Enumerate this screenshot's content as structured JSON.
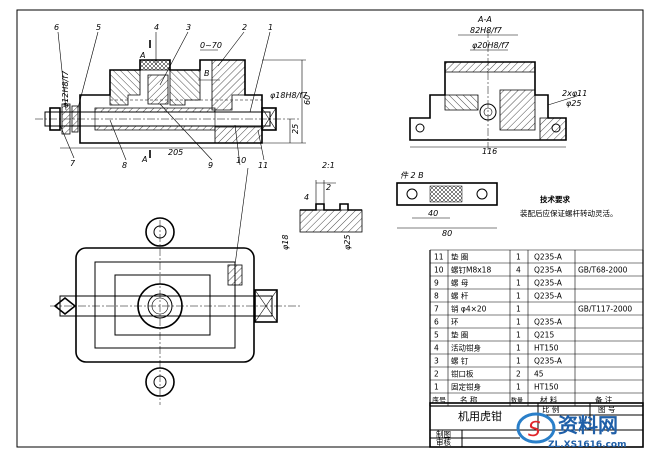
{
  "views": {
    "front": {
      "part_labels": [
        "6",
        "5",
        "4",
        "3",
        "2",
        "1",
        "7",
        "8",
        "9",
        "10",
        "11"
      ],
      "section_letters": [
        "A",
        "A"
      ],
      "view_b": "B",
      "dims": {
        "gap": "0~70",
        "fit_top": "φ12H8/f7",
        "fit_mid": "φ18H8/f7",
        "len": "205",
        "height": "60",
        "sub": "25"
      }
    },
    "section": {
      "title": "A-A",
      "fit1": "82H8/f7",
      "fit2": "φ20H8/f7",
      "chamfer": "2xφ11",
      "hole": "φ25",
      "width": "116"
    },
    "detail": {
      "ratio": "2:1",
      "d1": "2",
      "d2": "4",
      "d3": "φ18",
      "d4": "φ25"
    },
    "part2": {
      "title": "件 2  B",
      "d40": "40",
      "d80": "80",
      "tech_title": "技术要求",
      "tech_text": "装配后应保证螺杆转动灵活。"
    }
  },
  "bom": {
    "rows": [
      {
        "no": "11",
        "name": "垫 圈",
        "qty": "1",
        "mat": "Q235-A",
        "note": ""
      },
      {
        "no": "10",
        "name": "螺钉M8x18",
        "qty": "4",
        "mat": "Q235-A",
        "note": "GB/T68-2000"
      },
      {
        "no": "9",
        "name": "螺 母",
        "qty": "1",
        "mat": "Q235-A",
        "note": ""
      },
      {
        "no": "8",
        "name": "螺 杆",
        "qty": "1",
        "mat": "Q235-A",
        "note": ""
      },
      {
        "no": "7",
        "name": "销 φ4×20",
        "qty": "1",
        "mat": "",
        "note": "GB/T117-2000"
      },
      {
        "no": "6",
        "name": "环",
        "qty": "1",
        "mat": "Q235-A",
        "note": ""
      },
      {
        "no": "5",
        "name": "垫 圈",
        "qty": "1",
        "mat": "Q215",
        "note": ""
      },
      {
        "no": "4",
        "name": "活动钳身",
        "qty": "1",
        "mat": "HT150",
        "note": ""
      },
      {
        "no": "3",
        "name": "螺 钉",
        "qty": "1",
        "mat": "Q235-A",
        "note": ""
      },
      {
        "no": "2",
        "name": "钳口板",
        "qty": "2",
        "mat": "45",
        "note": ""
      },
      {
        "no": "1",
        "name": "固定钳身",
        "qty": "1",
        "mat": "HT150",
        "note": ""
      }
    ],
    "header": {
      "no": "序号",
      "name": "名 称",
      "qty": "数量",
      "mat": "材 料",
      "note": "备 注"
    }
  },
  "title_block": {
    "title": "机用虎钳",
    "drawing_no": "图 号",
    "small": "比 例",
    "draw": "制图",
    "check": "审核"
  },
  "watermark": {
    "brand": "资料网",
    "url": "ZL.XS1616.com"
  }
}
